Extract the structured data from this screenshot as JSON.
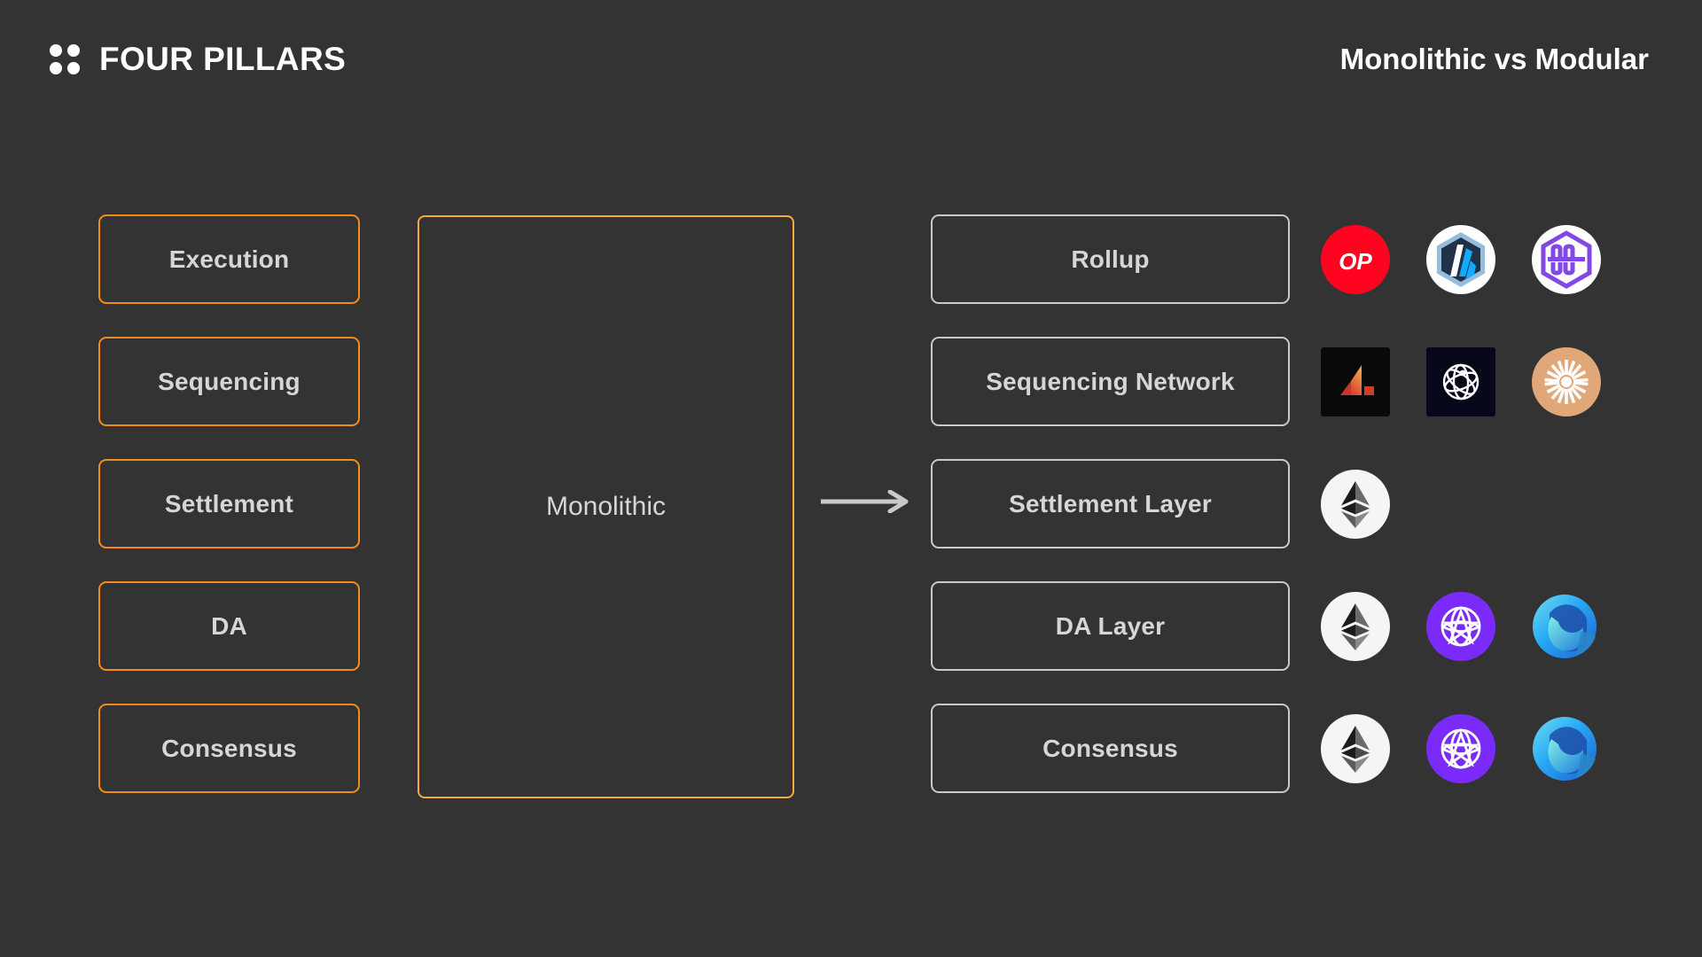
{
  "header": {
    "brand_name": "FOUR PILLARS",
    "brand_logo_icon": "four-dots-logo",
    "deck_title": "Monolithic vs Modular"
  },
  "colors": {
    "background": "#333333",
    "pillar_border": "#f28c1c",
    "monolith_border": "#f5a93f",
    "modular_border": "#c9c9c9",
    "text": "#d6d6d6",
    "heading": "#ffffff",
    "arrow": "#c9c9c9"
  },
  "left_column": {
    "items": [
      {
        "label": "Execution"
      },
      {
        "label": "Sequencing"
      },
      {
        "label": "Settlement"
      },
      {
        "label": "DA"
      },
      {
        "label": "Consensus"
      }
    ]
  },
  "center": {
    "label": "Monolithic"
  },
  "arrow": {
    "icon": "right-arrow-icon",
    "direction": "right"
  },
  "right_column": {
    "rows": [
      {
        "label": "Rollup",
        "logos": [
          {
            "name": "optimism-logo",
            "text": "OP"
          },
          {
            "name": "arbitrum-logo",
            "text": ""
          },
          {
            "name": "manta-logo",
            "text": ""
          }
        ]
      },
      {
        "label": "Sequencing Network",
        "logos": [
          {
            "name": "astria-logo",
            "text": ""
          },
          {
            "name": "espresso-logo",
            "text": ""
          },
          {
            "name": "radius-logo",
            "text": ""
          }
        ]
      },
      {
        "label": "Settlement Layer",
        "logos": [
          {
            "name": "ethereum-logo",
            "text": ""
          }
        ]
      },
      {
        "label": "DA Layer",
        "logos": [
          {
            "name": "ethereum-logo",
            "text": ""
          },
          {
            "name": "celestia-logo",
            "text": ""
          },
          {
            "name": "eigenda-logo",
            "text": ""
          }
        ]
      },
      {
        "label": "Consensus",
        "logos": [
          {
            "name": "ethereum-logo",
            "text": ""
          },
          {
            "name": "celestia-logo",
            "text": ""
          },
          {
            "name": "eigenda-logo",
            "text": ""
          }
        ]
      }
    ]
  }
}
